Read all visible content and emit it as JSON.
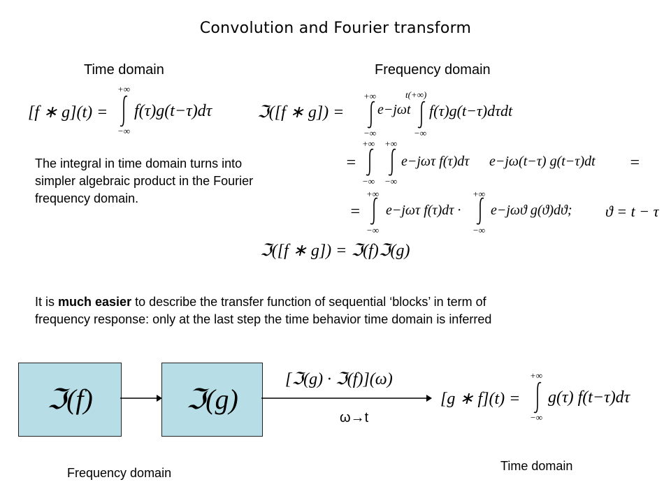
{
  "title": "Convolution and Fourier transform",
  "headers": {
    "time_domain": "Time domain",
    "frequency_domain": "Frequency domain"
  },
  "paragraph1": {
    "line1": "The integral in time domain turns into",
    "line2": "simpler algebraic product in the Fourier",
    "line3": "frequency domain."
  },
  "paragraph2": {
    "prefix": "It is ",
    "bold": "much easier",
    "suffix": " to describe the transfer function of sequential ‘blocks’ in term of",
    "line2": "frequency response: only at the last step the time behavior time domain is inferred"
  },
  "equations": {
    "conv_def_lhs": "[f ∗ g](t) =",
    "conv_def_integrand": "f(τ)g(t−τ)dτ",
    "upper_limit": "+∞",
    "lower_limit": "−∞",
    "ft_lhs": "ℑ([f ∗ g]) =",
    "ft_outer_integrand": "e−jωt",
    "ft_inner_upper": "t(+∞)",
    "ft_inner_integrand": "f(τ)g(t−τ)dτdt",
    "step2_a": "= ",
    "step2_integrand_1": "e−jωτ f(τ)dτ",
    "step2_integrand_2": "e−jω(t−τ) g(t−τ)dt",
    "step2_end": "=",
    "step3_integrand_1": "e−jωτ f(τ)dτ ·",
    "step3_integrand_2": "e−jωϑ g(ϑ)dϑ;",
    "step3_subst": "ϑ = t − τ",
    "result": "ℑ([f ∗ g]) = ℑ(f)ℑ(g)",
    "product": "[ℑ(g) · ℑ(f)](ω)",
    "output_lhs": "[g ∗ f](t) =",
    "output_integrand": "g(τ) f(t−τ)dτ"
  },
  "diagram": {
    "block1": "ℑ(f)",
    "block2": "ℑ(g)",
    "arrow_label": "ω→t",
    "freq_label": "Frequency domain",
    "time_label": "Time domain"
  },
  "colors": {
    "block_fill": "#b7dde6",
    "text": "#000000"
  }
}
